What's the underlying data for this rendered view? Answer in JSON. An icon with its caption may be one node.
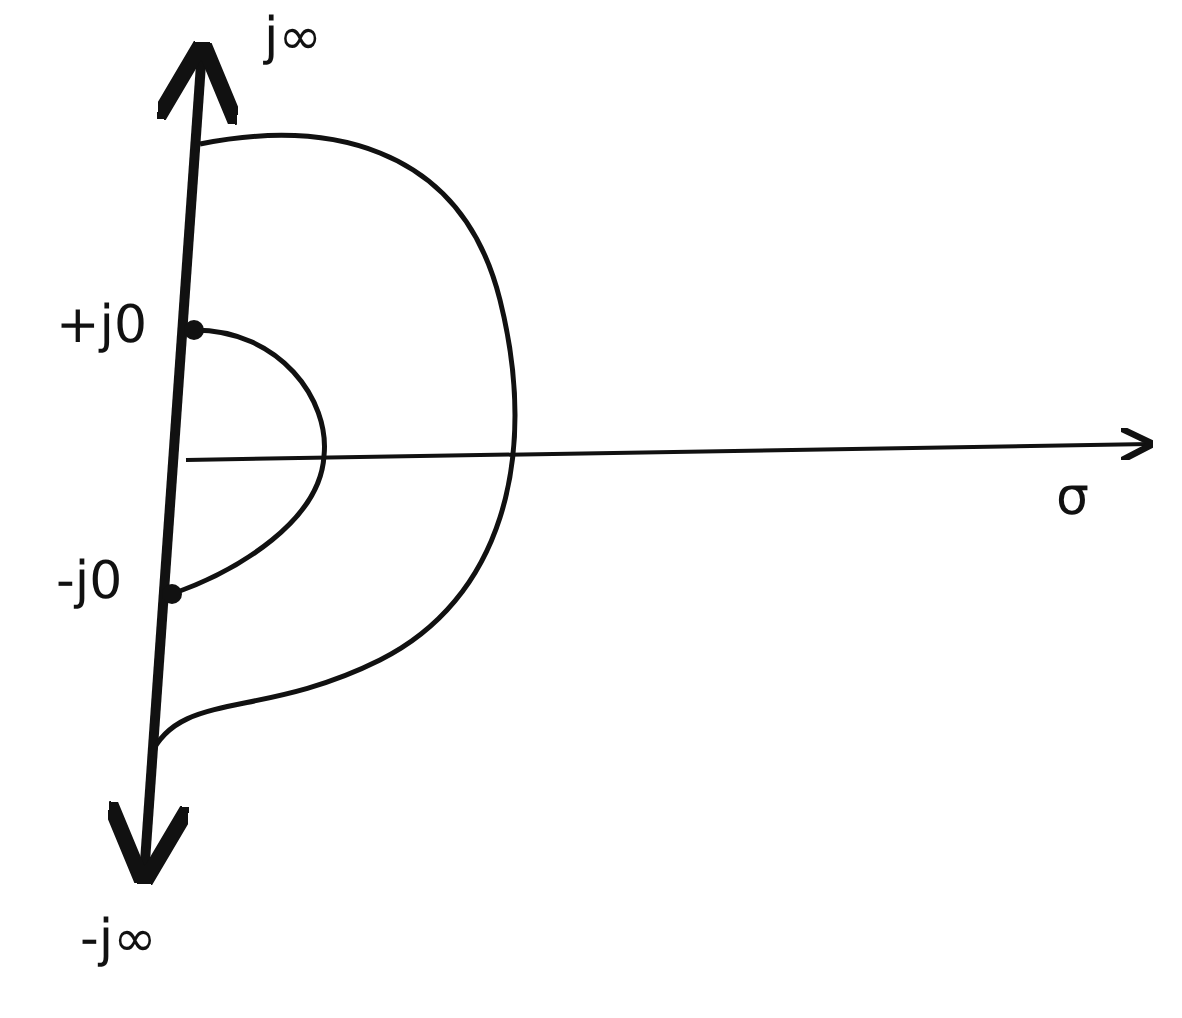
{
  "diagram": {
    "labels": [
      "j∞",
      "+j0",
      "-j0",
      "-j∞",
      "σ"
    ]
  }
}
